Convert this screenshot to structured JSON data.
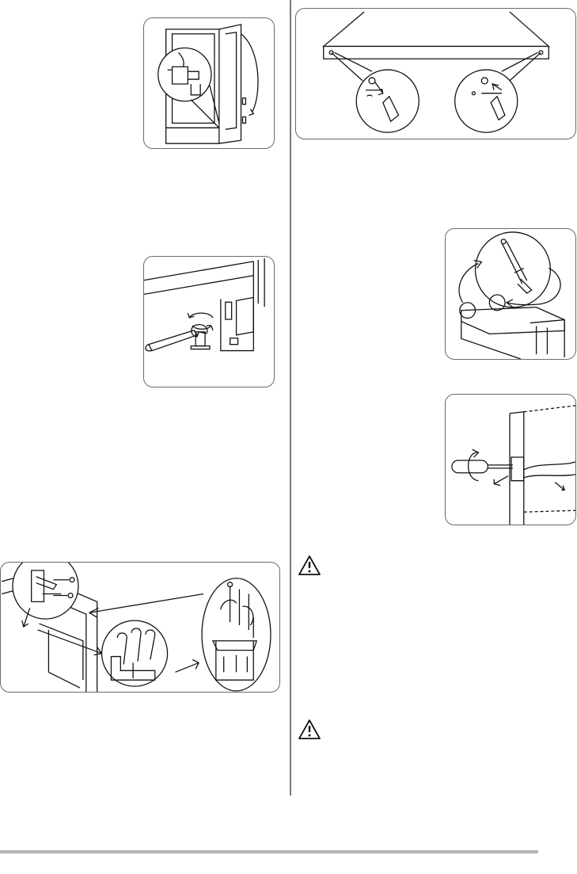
{
  "layout": {
    "column_divider": true,
    "footer_rule": true
  },
  "figures": [
    {
      "id": "fig-door-top-hinge",
      "description_icon": "door-hinge-detail-illustration"
    },
    {
      "id": "fig-wrench-adjust-foot",
      "description_icon": "wrench-foot-illustration"
    },
    {
      "id": "fig-bottom-hinge-parts",
      "description_icon": "bottom-hinge-assembly-illustration"
    },
    {
      "id": "fig-cover-plugs",
      "description_icon": "cover-plugs-illustration"
    },
    {
      "id": "fig-swap-pin",
      "description_icon": "hinge-pin-swap-illustration"
    },
    {
      "id": "fig-screwdriver-door",
      "description_icon": "screwdriver-door-illustration"
    }
  ],
  "warnings": [
    {
      "icon": "warning-triangle-icon"
    },
    {
      "icon": "warning-triangle-icon"
    }
  ],
  "colors": {
    "frame": "#6a6a6a",
    "ink": "#111111",
    "rule": "#b5b5b5"
  }
}
